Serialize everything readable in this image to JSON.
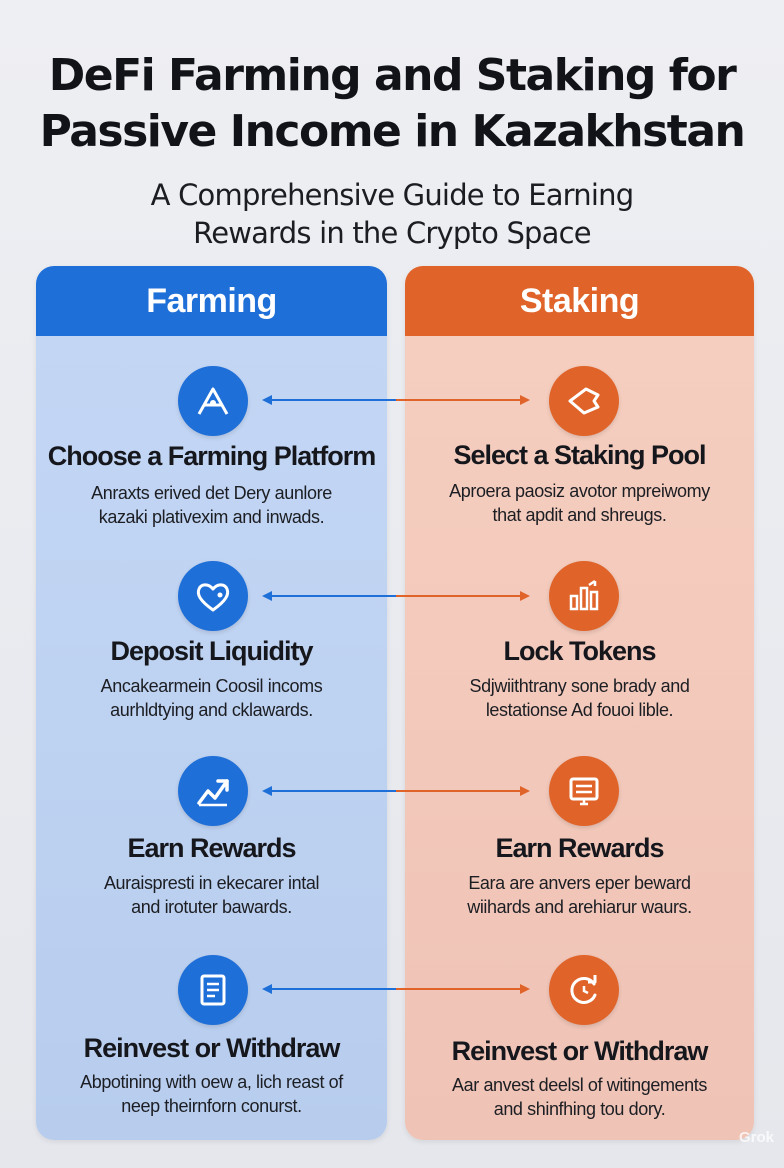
{
  "title_line1": "DeFi Farming and Staking for",
  "title_line2": "Passive Income in Kazakhstan",
  "subtitle_line1": "A Comprehensive Guide to Earning",
  "subtitle_line2": "Rewards in the Crypto Space",
  "colors": {
    "blue": "#1f6fd8",
    "orange": "#e0642a",
    "blue_panel": "#c4d7f5",
    "orange_panel": "#f6cfc0"
  },
  "farming": {
    "header": "Farming",
    "steps": [
      {
        "icon": "mountain-pin-icon",
        "heading": "Choose a Farming Platform",
        "desc1": "Anraxts erived det Dery aunlore",
        "desc2": "kazaki plativexim and inwads."
      },
      {
        "icon": "heart-icon",
        "heading": "Deposit Liquidity",
        "desc1": "Ancakearmein Coosil incoms",
        "desc2": "aurhldtying and cklawards."
      },
      {
        "icon": "trend-up-icon",
        "heading": "Earn Rewards",
        "desc1": "Auraispresti in ekecarer intal",
        "desc2": "and irotuter bawards."
      },
      {
        "icon": "document-icon",
        "heading": "Reinvest or Withdraw",
        "desc1": "Abpotining with oew a, lich reast of",
        "desc2": "neep theirnforn conurst."
      }
    ]
  },
  "staking": {
    "header": "Staking",
    "steps": [
      {
        "icon": "ticket-icon",
        "heading": "Select a Staking Pool",
        "desc1": "Aproera paosiz avotor mpreiwomy",
        "desc2": "that apdit and shreugs."
      },
      {
        "icon": "bar-chart-icon",
        "heading": "Lock Tokens",
        "desc1": "Sdjwiithtrany sone brady and",
        "desc2": "lestationse Ad fouoi lible."
      },
      {
        "icon": "monitor-icon",
        "heading": "Earn Rewards",
        "desc1": "Eara are anvers eper beward",
        "desc2": "wiihards and arehiarur waurs."
      },
      {
        "icon": "refresh-icon",
        "heading": "Reinvest or Withdraw",
        "desc1": "Aar anvest deelsl of witingements",
        "desc2": "and shinfhing tou dory."
      }
    ]
  },
  "watermark": "Grok"
}
